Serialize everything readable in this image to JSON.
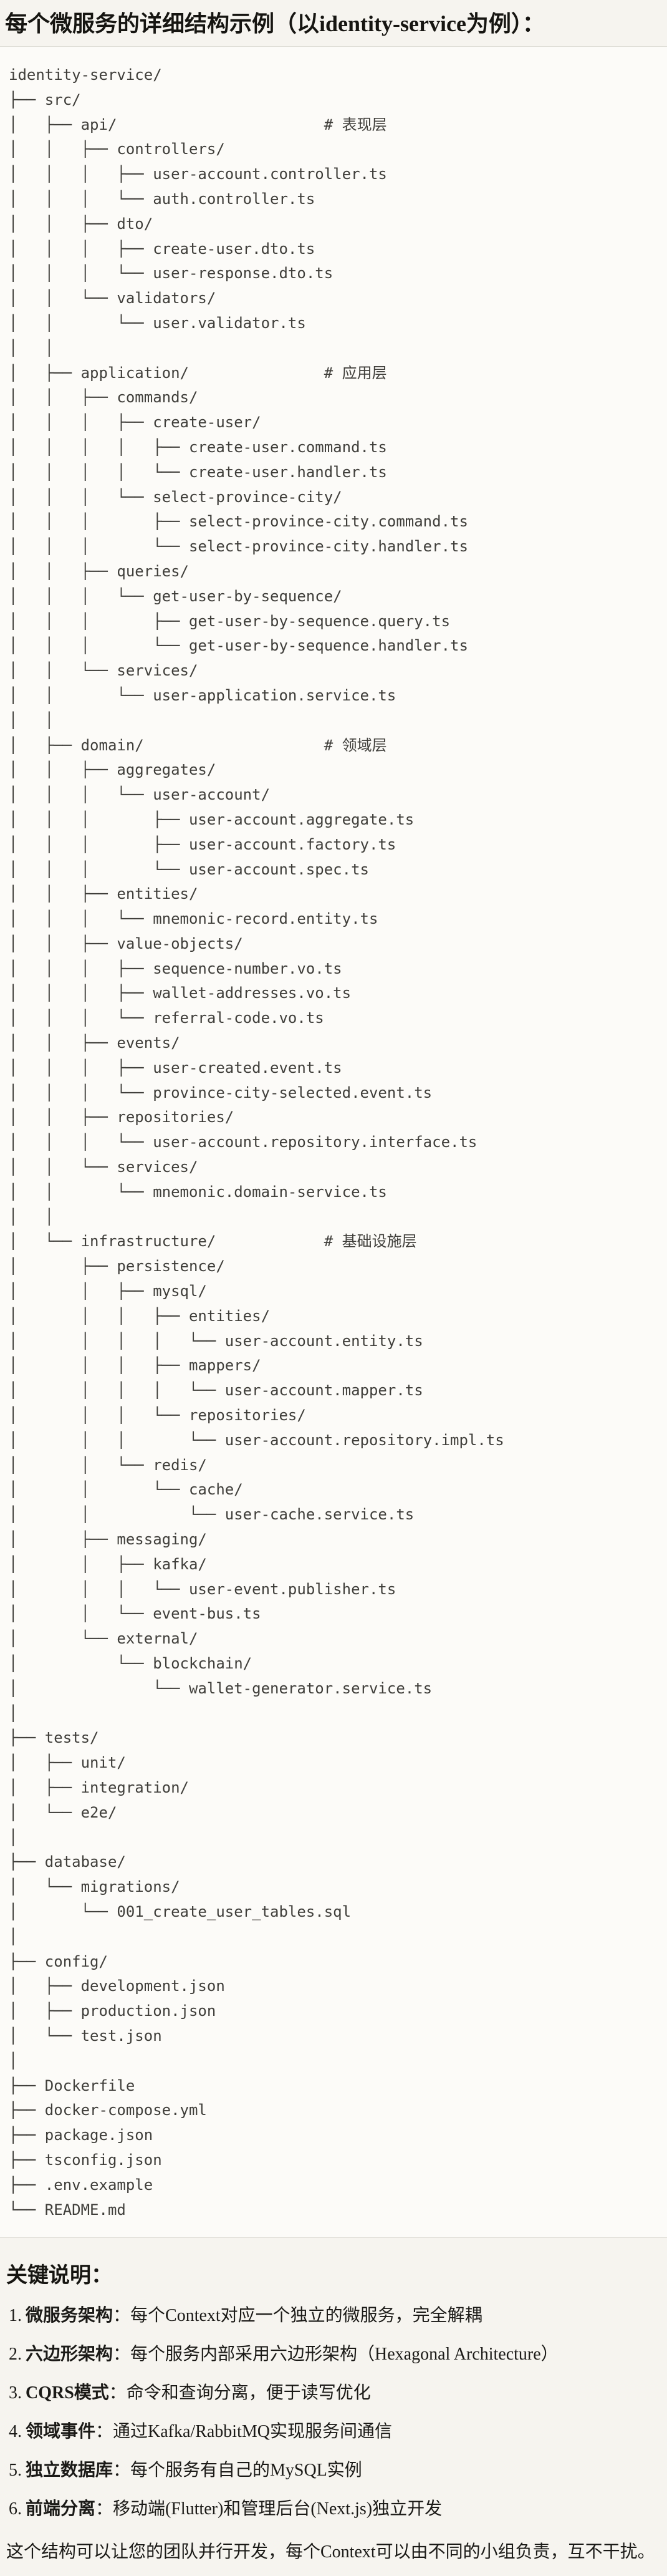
{
  "title": "每个微服务的详细结构示例（以identity-service为例）：",
  "code_block": {
    "tree_lines": [
      "identity-service/",
      "├── src/",
      "│   ├── api/                       # 表现层",
      "│   │   ├── controllers/",
      "│   │   │   ├── user-account.controller.ts",
      "│   │   │   └── auth.controller.ts",
      "│   │   ├── dto/",
      "│   │   │   ├── create-user.dto.ts",
      "│   │   │   └── user-response.dto.ts",
      "│   │   └── validators/",
      "│   │       └── user.validator.ts",
      "│   │",
      "│   ├── application/               # 应用层",
      "│   │   ├── commands/",
      "│   │   │   ├── create-user/",
      "│   │   │   │   ├── create-user.command.ts",
      "│   │   │   │   └── create-user.handler.ts",
      "│   │   │   └── select-province-city/",
      "│   │   │       ├── select-province-city.command.ts",
      "│   │   │       └── select-province-city.handler.ts",
      "│   │   ├── queries/",
      "│   │   │   └── get-user-by-sequence/",
      "│   │   │       ├── get-user-by-sequence.query.ts",
      "│   │   │       └── get-user-by-sequence.handler.ts",
      "│   │   └── services/",
      "│   │       └── user-application.service.ts",
      "│   │",
      "│   ├── domain/                    # 领域层",
      "│   │   ├── aggregates/",
      "│   │   │   └── user-account/",
      "│   │   │       ├── user-account.aggregate.ts",
      "│   │   │       ├── user-account.factory.ts",
      "│   │   │       └── user-account.spec.ts",
      "│   │   ├── entities/",
      "│   │   │   └── mnemonic-record.entity.ts",
      "│   │   ├── value-objects/",
      "│   │   │   ├── sequence-number.vo.ts",
      "│   │   │   ├── wallet-addresses.vo.ts",
      "│   │   │   └── referral-code.vo.ts",
      "│   │   ├── events/",
      "│   │   │   ├── user-created.event.ts",
      "│   │   │   └── province-city-selected.event.ts",
      "│   │   ├── repositories/",
      "│   │   │   └── user-account.repository.interface.ts",
      "│   │   └── services/",
      "│   │       └── mnemonic.domain-service.ts",
      "│   │",
      "│   └── infrastructure/            # 基础设施层",
      "│       ├── persistence/",
      "│       │   ├── mysql/",
      "│       │   │   ├── entities/",
      "│       │   │   │   └── user-account.entity.ts",
      "│       │   │   ├── mappers/",
      "│       │   │   │   └── user-account.mapper.ts",
      "│       │   │   └── repositories/",
      "│       │   │       └── user-account.repository.impl.ts",
      "│       │   └── redis/",
      "│       │       └── cache/",
      "│       │           └── user-cache.service.ts",
      "│       ├── messaging/",
      "│       │   ├── kafka/",
      "│       │   │   └── user-event.publisher.ts",
      "│       │   └── event-bus.ts",
      "│       └── external/",
      "│           └── blockchain/",
      "│               └── wallet-generator.service.ts",
      "│",
      "├── tests/",
      "│   ├── unit/",
      "│   ├── integration/",
      "│   └── e2e/",
      "│",
      "├── database/",
      "│   └── migrations/",
      "│       └── 001_create_user_tables.sql",
      "│",
      "├── config/",
      "│   ├── development.json",
      "│   ├── production.json",
      "│   └── test.json",
      "│",
      "├── Dockerfile",
      "├── docker-compose.yml",
      "├── package.json",
      "├── tsconfig.json",
      "├── .env.example",
      "└── README.md"
    ]
  },
  "notes": {
    "heading": "关键说明：",
    "items": [
      {
        "num": "1.",
        "label": "微服务架构",
        "text": "：每个Context对应一个独立的微服务，完全解耦"
      },
      {
        "num": "2.",
        "label": "六边形架构",
        "text": "：每个服务内部采用六边形架构（Hexagonal Architecture）"
      },
      {
        "num": "3.",
        "label": "CQRS模式",
        "text": "：命令和查询分离，便于读写优化"
      },
      {
        "num": "4.",
        "label": "领域事件",
        "text": "：通过Kafka/RabbitMQ实现服务间通信"
      },
      {
        "num": "5.",
        "label": "独立数据库",
        "text": "：每个服务有自己的MySQL实例"
      },
      {
        "num": "6.",
        "label": "前端分离",
        "text": "：移动端(Flutter)和管理后台(Next.js)独立开发"
      }
    ],
    "footer": "这个结构可以让您的团队并行开发，每个Context可以由不同的小组负责，互不干扰。"
  }
}
